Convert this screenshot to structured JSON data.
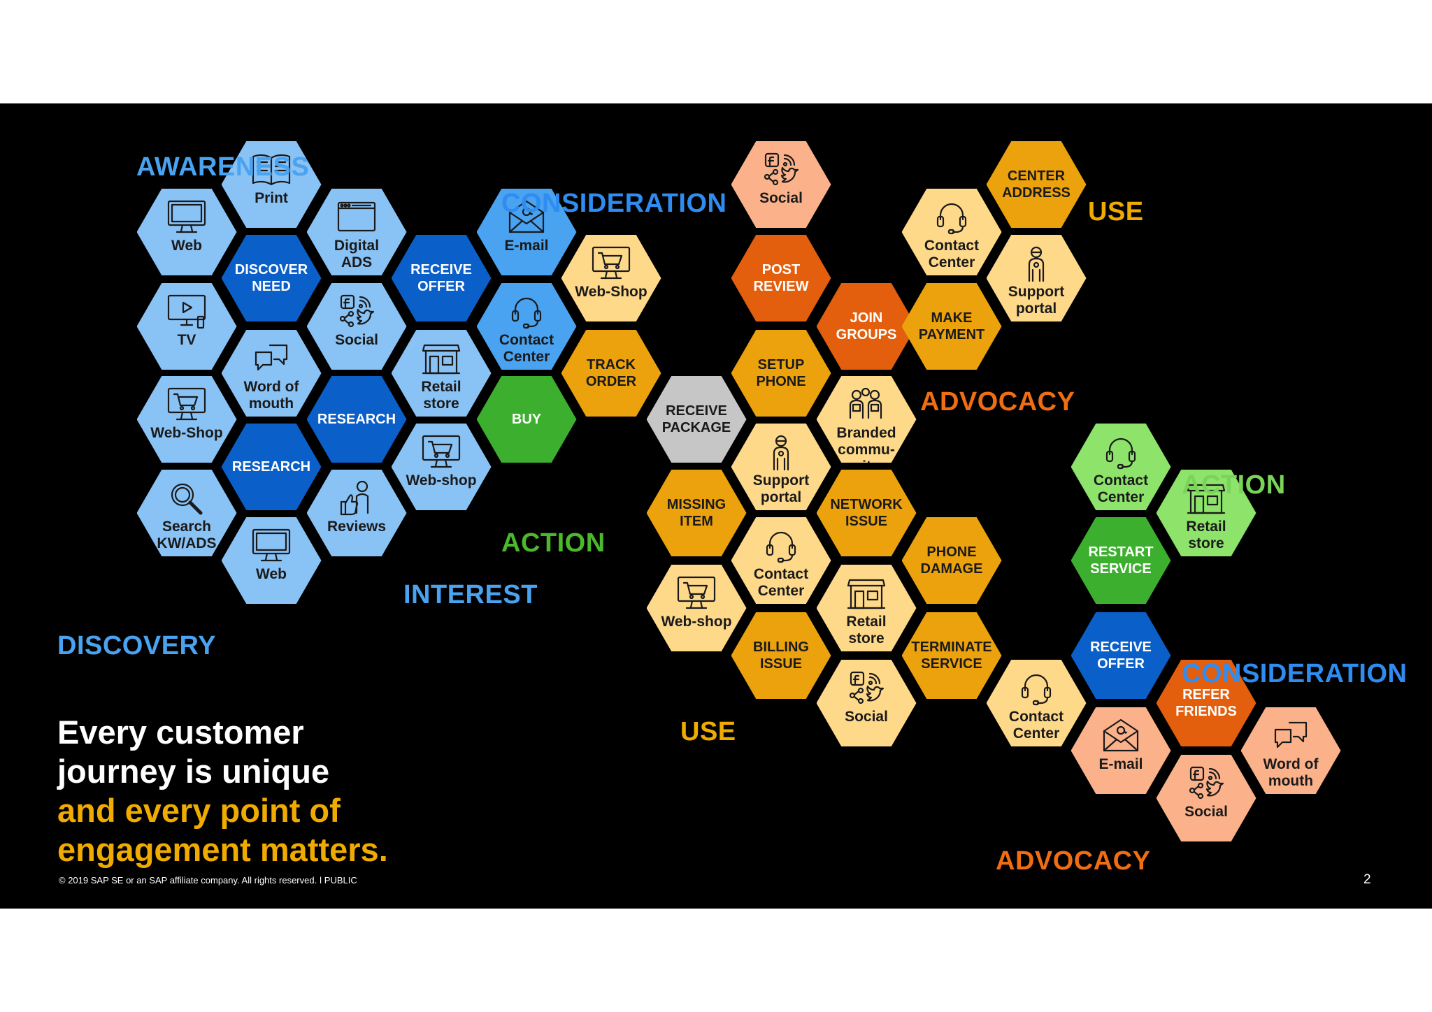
{
  "colors": {
    "background": "#000000",
    "blue_light": "#89c2f5",
    "blue_mid": "#4aa3f0",
    "blue_dark": "#0a5fc9",
    "green_dark": "#3cb02e",
    "green_light": "#8ee36a",
    "orange_light": "#ffd98a",
    "orange_mid": "#eca20c",
    "orange_dark": "#e35f0e",
    "salmon": "#fbb28a",
    "gray": "#c6c6c6"
  },
  "stages": [
    {
      "text": "AWARENESS",
      "color": "#4aa3f0"
    },
    {
      "text": "CONSIDERATION",
      "color": "#2f8cf0"
    },
    {
      "text": "DISCOVERY",
      "color": "#4aa3f0"
    },
    {
      "text": "INTEREST",
      "color": "#4aa3f0"
    },
    {
      "text": "ACTION",
      "color": "#4cb82b"
    },
    {
      "text": "USE",
      "color": "#f0ab00"
    },
    {
      "text": "ADVOCACY",
      "color": "#ef6d13"
    },
    {
      "text": "USE",
      "color": "#f0ab00"
    },
    {
      "text": "ACTION",
      "color": "#7ad45b"
    },
    {
      "text": "CONSIDERATION",
      "color": "#2f8cf0"
    },
    {
      "text": "ADVOCACY",
      "color": "#ef6d13"
    }
  ],
  "hexes": [
    {
      "label": "Print",
      "icon": "book-icon",
      "fill": "#89c2f5",
      "text": "#1a1a1a"
    },
    {
      "label": "Web",
      "icon": "monitor-icon",
      "fill": "#89c2f5",
      "text": "#1a1a1a"
    },
    {
      "label": "Digital\nADS",
      "icon": "browser-icon",
      "fill": "#89c2f5",
      "text": "#1a1a1a"
    },
    {
      "label": "DISCOVER\nNEED",
      "icon": "",
      "fill": "#0a5fc9",
      "text": "#ffffff"
    },
    {
      "label": "TV",
      "icon": "tv-icon",
      "fill": "#89c2f5",
      "text": "#1a1a1a"
    },
    {
      "label": "Social",
      "icon": "social-icon",
      "fill": "#89c2f5",
      "text": "#1a1a1a"
    },
    {
      "label": "RECEIVE\nOFFER",
      "icon": "",
      "fill": "#0a5fc9",
      "text": "#ffffff"
    },
    {
      "label": "Word of\nmouth",
      "icon": "speech-bubbles-icon",
      "fill": "#89c2f5",
      "text": "#1a1a1a"
    },
    {
      "label": "Retail\nstore",
      "icon": "store-icon",
      "fill": "#89c2f5",
      "text": "#1a1a1a"
    },
    {
      "label": "Web-Shop",
      "icon": "shopping-cart-icon",
      "fill": "#89c2f5",
      "text": "#1a1a1a"
    },
    {
      "label": "RESEARCH",
      "icon": "",
      "fill": "#0a5fc9",
      "text": "#ffffff"
    },
    {
      "label": "RESEARCH",
      "icon": "",
      "fill": "#0a5fc9",
      "text": "#ffffff"
    },
    {
      "label": "Web-shop",
      "icon": "shopping-cart-icon",
      "fill": "#89c2f5",
      "text": "#1a1a1a"
    },
    {
      "label": "Search\nKW/ADS",
      "icon": "magnifier-icon",
      "fill": "#89c2f5",
      "text": "#1a1a1a"
    },
    {
      "label": "Reviews",
      "icon": "thumbs-up-icon",
      "fill": "#89c2f5",
      "text": "#1a1a1a"
    },
    {
      "label": "Web",
      "icon": "monitor-icon",
      "fill": "#89c2f5",
      "text": "#1a1a1a"
    },
    {
      "label": "E-mail",
      "icon": "envelope-icon",
      "fill": "#4aa3f0",
      "text": "#1a1a1a"
    },
    {
      "label": "Contact\nCenter",
      "icon": "headset-icon",
      "fill": "#4aa3f0",
      "text": "#1a1a1a"
    },
    {
      "label": "BUY",
      "icon": "",
      "fill": "#3cb02e",
      "text": "#ffffff"
    },
    {
      "label": "Web-Shop",
      "icon": "shopping-cart-icon",
      "fill": "#ffd98a",
      "text": "#1a1a1a"
    },
    {
      "label": "TRACK\nORDER",
      "icon": "",
      "fill": "#eca20c",
      "text": "#1a1a1a"
    },
    {
      "label": "RECEIVE\nPACKAGE",
      "icon": "",
      "fill": "#c6c6c6",
      "text": "#1a1a1a"
    },
    {
      "label": "MISSING\nITEM",
      "icon": "",
      "fill": "#eca20c",
      "text": "#1a1a1a"
    },
    {
      "label": "Web-shop",
      "icon": "shopping-cart-icon",
      "fill": "#ffd98a",
      "text": "#1a1a1a"
    },
    {
      "label": "Social",
      "icon": "social-icon",
      "fill": "#fbb28a",
      "text": "#1a1a1a"
    },
    {
      "label": "POST\nREVIEW",
      "icon": "",
      "fill": "#e35f0e",
      "text": "#ffffff"
    },
    {
      "label": "SETUP\nPHONE",
      "icon": "",
      "fill": "#eca20c",
      "text": "#1a1a1a"
    },
    {
      "label": "Support\nportal",
      "icon": "person-icon",
      "fill": "#ffd98a",
      "text": "#1a1a1a"
    },
    {
      "label": "Contact\nCenter",
      "icon": "headset-icon",
      "fill": "#ffd98a",
      "text": "#1a1a1a"
    },
    {
      "label": "BILLING\nISSUE",
      "icon": "",
      "fill": "#eca20c",
      "text": "#1a1a1a"
    },
    {
      "label": "JOIN\nGROUPS",
      "icon": "",
      "fill": "#e35f0e",
      "text": "#ffffff"
    },
    {
      "label": "Branded\ncommu-\nnity",
      "icon": "group-icon",
      "fill": "#ffd98a",
      "text": "#1a1a1a"
    },
    {
      "label": "NETWORK\nISSUE",
      "icon": "",
      "fill": "#eca20c",
      "text": "#1a1a1a"
    },
    {
      "label": "Retail\nstore",
      "icon": "store-icon",
      "fill": "#ffd98a",
      "text": "#1a1a1a"
    },
    {
      "label": "Social",
      "icon": "social-icon",
      "fill": "#ffd98a",
      "text": "#1a1a1a"
    },
    {
      "label": "Contact\nCenter",
      "icon": "headset-icon",
      "fill": "#ffd98a",
      "text": "#1a1a1a"
    },
    {
      "label": "MAKE\nPAYMENT",
      "icon": "",
      "fill": "#eca20c",
      "text": "#1a1a1a"
    },
    {
      "label": "PHONE\nDAMAGE",
      "icon": "",
      "fill": "#eca20c",
      "text": "#1a1a1a"
    },
    {
      "label": "TERMINATE\nSERVICE",
      "icon": "",
      "fill": "#eca20c",
      "text": "#1a1a1a"
    },
    {
      "label": "CENTER\nADDRESS",
      "icon": "",
      "fill": "#eca20c",
      "text": "#1a1a1a"
    },
    {
      "label": "Support\nportal",
      "icon": "person-icon",
      "fill": "#ffd98a",
      "text": "#1a1a1a"
    },
    {
      "label": "Contact\nCenter",
      "icon": "headset-icon",
      "fill": "#ffd98a",
      "text": "#1a1a1a"
    },
    {
      "label": "Contact\nCenter",
      "icon": "headset-icon",
      "fill": "#8ee36a",
      "text": "#1a1a1a"
    },
    {
      "label": "RESTART\nSERVICE",
      "icon": "",
      "fill": "#3cb02e",
      "text": "#ffffff"
    },
    {
      "label": "RECEIVE\nOFFER",
      "icon": "",
      "fill": "#0a5fc9",
      "text": "#ffffff"
    },
    {
      "label": "E-mail",
      "icon": "envelope-icon",
      "fill": "#fbb28a",
      "text": "#1a1a1a"
    },
    {
      "label": "Retail\nstore",
      "icon": "store-icon",
      "fill": "#8ee36a",
      "text": "#1a1a1a"
    },
    {
      "label": "REFER\nFRIENDS",
      "icon": "",
      "fill": "#e35f0e",
      "text": "#ffffff"
    },
    {
      "label": "Social",
      "icon": "social-icon",
      "fill": "#fbb28a",
      "text": "#1a1a1a"
    },
    {
      "label": "Word of\nmouth",
      "icon": "speech-bubbles-icon",
      "fill": "#fbb28a",
      "text": "#1a1a1a"
    }
  ],
  "headline": {
    "line1": "Every customer",
    "line2": "journey is unique",
    "line3": "and every point of",
    "line4": "engagement matters."
  },
  "footer": "© 2019 SAP SE or an SAP affiliate company. All rights reserved.  ǀ  PUBLIC",
  "page_number": "2"
}
